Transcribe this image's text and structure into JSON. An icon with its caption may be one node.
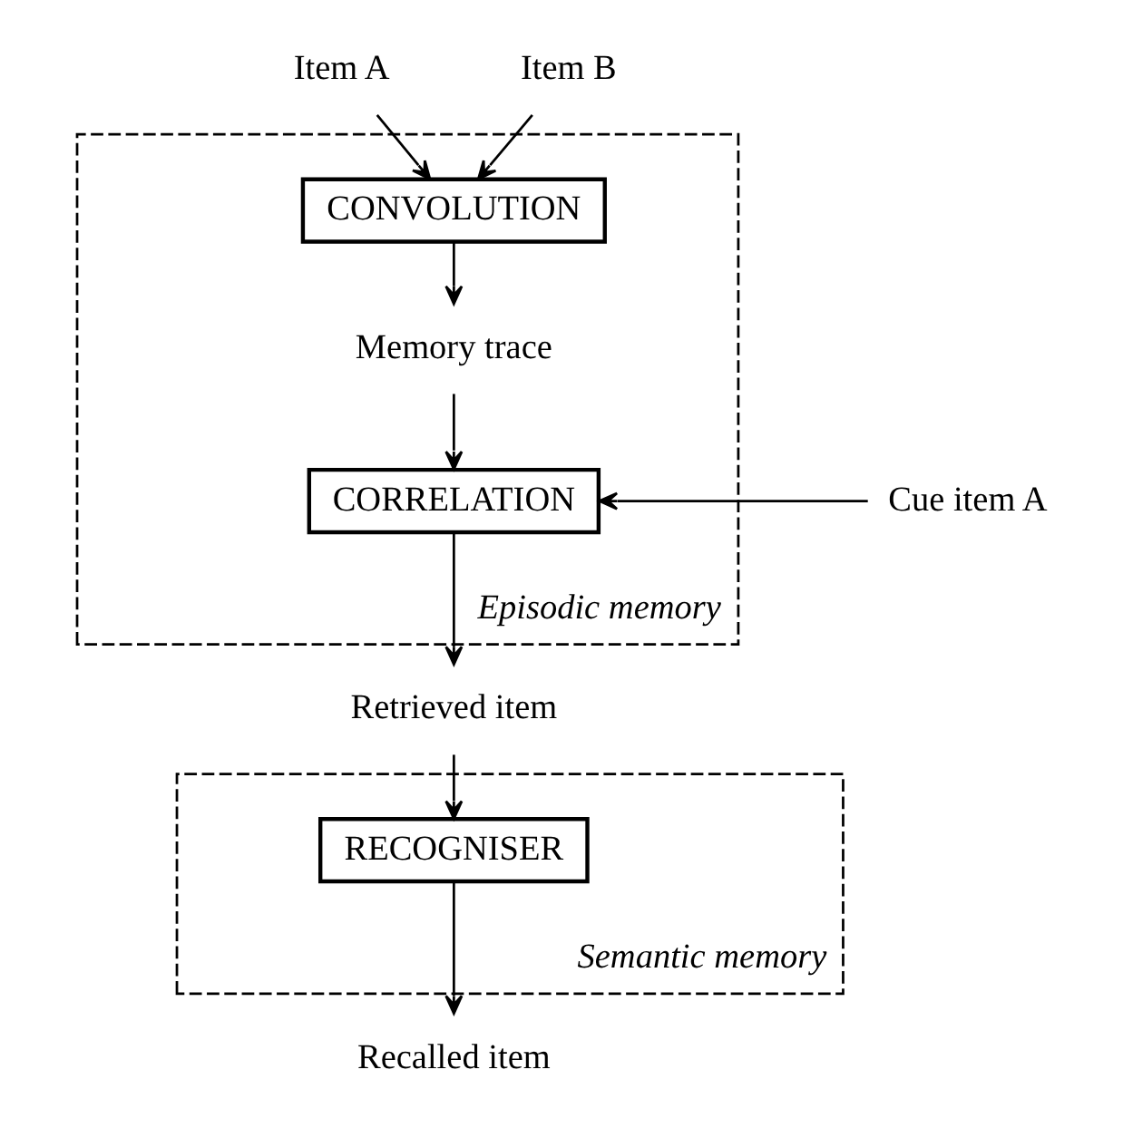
{
  "diagram": {
    "nodes": [
      {
        "text": [
          "Item A"
        ]
      },
      {
        "text": [
          "Item B"
        ]
      },
      {
        "text": [
          "Episodic memory"
        ]
      },
      {
        "text": [
          "CONVOLUTION"
        ],
        "in": 2
      },
      {
        "text": [
          "Memory trace"
        ],
        "in": 2
      },
      {
        "text": [
          "Cue item A"
        ]
      },
      {
        "text": [
          "CORRELATION"
        ],
        "in": 2
      },
      {
        "text": [
          "Retrieved item"
        ]
      },
      {
        "text": [
          "Semantic memory"
        ]
      },
      {
        "text": [
          "RECOGNISER"
        ],
        "in": 8
      },
      {
        "text": [
          "Recalled item"
        ]
      }
    ],
    "edges": [
      {
        "from": 0,
        "to": 3,
        "arrow": "to"
      },
      {
        "from": 1,
        "to": 3,
        "arrow": "to"
      },
      {
        "from": 3,
        "to": 4,
        "arrow": "to"
      },
      {
        "from": 4,
        "to": 6,
        "arrow": "to"
      },
      {
        "from": 5,
        "to": 6,
        "arrow": "to"
      },
      {
        "from": 6,
        "to": 7,
        "arrow": "to"
      },
      {
        "from": 7,
        "to": 9,
        "arrow": "to"
      },
      {
        "from": 9,
        "to": 10,
        "arrow": "to"
      }
    ]
  }
}
